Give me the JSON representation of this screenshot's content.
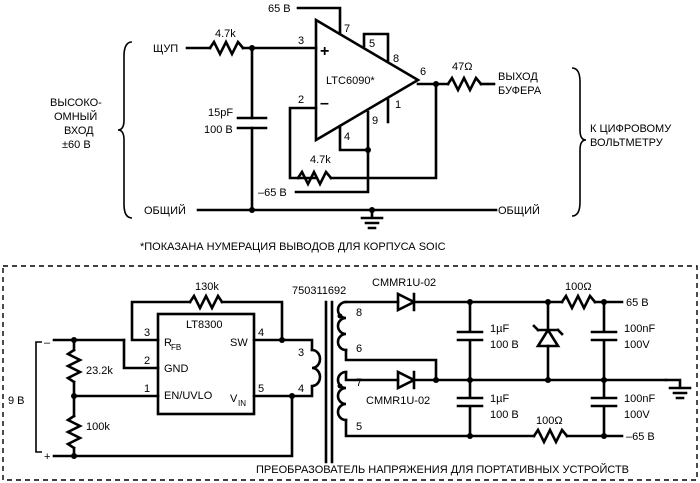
{
  "amp": {
    "name": "LTC6090*",
    "plus": "+",
    "minus": "–",
    "pins": {
      "p7": "7",
      "p5": "5",
      "p8": "8",
      "p3": "3",
      "p2": "2",
      "p6": "6",
      "p4": "4",
      "p9": "9",
      "p1": "1"
    },
    "supply_pos": "65 В",
    "supply_neg": "–65 В"
  },
  "input": {
    "probe": "ЩУП",
    "r_in": "4.7k",
    "cap": "15pF",
    "cap_v": "100 В",
    "r_fb": "4.7k",
    "common_left": "ОБЩИЙ",
    "side_label": [
      "ВЫСОКО-",
      "ОМНЫЙ",
      "ВХОД",
      "±60 В"
    ]
  },
  "output": {
    "r_out": "47Ω",
    "label": [
      "ВЫХОД",
      "БУФЕРА"
    ],
    "common_right": "ОБЩИЙ",
    "side_label": [
      "К ЦИФРОВОМУ",
      "ВОЛЬТМЕТРУ"
    ]
  },
  "footnote": "*ПОКАЗАНА НУМЕРАЦИЯ ВЫВОДОВ ДЛЯ КОРПУСА SOIC",
  "converter": {
    "caption": "ПРЕОБРАЗОВАТЕЛЬ НАПРЯЖЕНИЯ ДЛЯ ПОРТАТИВНЫХ УСТРОЙСТВ",
    "battery": "9 В",
    "bat_minus": "–",
    "bat_plus": "+",
    "r1": "23.2k",
    "r2": "100k",
    "r_top": "130k",
    "ic": "LT8300",
    "ic_pins": {
      "rfb": "R",
      "rfb_sub": "FB",
      "gnd": "GND",
      "en": "EN/UVLO",
      "sw": "SW",
      "vin": "V",
      "vin_sub": "IN"
    },
    "ic_pin_nums": {
      "p3": "3",
      "p2": "2",
      "p1": "1",
      "p4": "4",
      "p5": "5"
    },
    "xfmr": "750311692",
    "xfmr_pins": {
      "p3": "3",
      "p4": "4",
      "p8": "8",
      "p6": "6",
      "p7": "7",
      "p5": "5"
    },
    "d1": "CMMR1U-02",
    "d2": "CMMR1U-02",
    "c1": "1µF",
    "c1_v": "100 В",
    "c2": "1µF",
    "c2_v": "100 В",
    "r_pos": "100Ω",
    "r_neg": "100Ω",
    "c3": "100nF",
    "c3_v": "100V",
    "c4": "100nF",
    "c4_v": "100V",
    "out_pos": "65 В",
    "out_neg": "–65 В"
  }
}
